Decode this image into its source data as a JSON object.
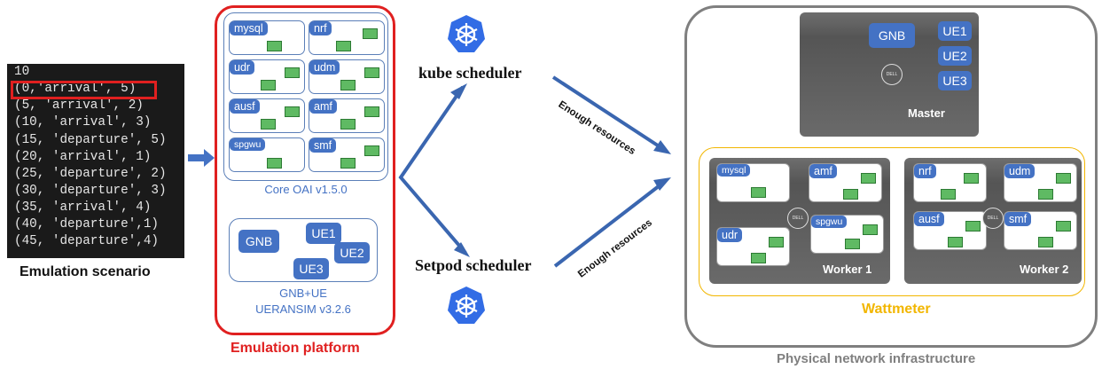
{
  "scenario": {
    "lines": [
      "10",
      "(0,'arrival', 5)",
      "(5, 'arrival', 2)",
      "(10, 'arrival', 3)",
      "(15, 'departure', 5)",
      "(20, 'arrival', 1)",
      "(25, 'departure', 2)",
      "(30, 'departure', 3)",
      "(35, 'arrival', 4)",
      "(40, 'departure',1)",
      "(45, 'departure',4)"
    ],
    "caption": "Emulation scenario"
  },
  "platform": {
    "core_nodes": [
      "mysql",
      "nrf",
      "udr",
      "udm",
      "ausf",
      "amf",
      "spgwu",
      "smf"
    ],
    "core_label": "Core OAI v1.5.0",
    "ran_nodes": [
      "GNB",
      "UE1",
      "UE2",
      "UE3"
    ],
    "ran_label_1": "GNB+UE",
    "ran_label_2": "UERANSIM v3.2.6",
    "caption": "Emulation platform"
  },
  "schedulers": {
    "kube": "kube scheduler",
    "setpod": "Setpod scheduler",
    "edge_label": "Enough resources"
  },
  "infrastructure": {
    "master": {
      "nodes": [
        "GNB",
        "UE1",
        "UE2",
        "UE3"
      ],
      "label": "Master"
    },
    "worker1": {
      "nodes": [
        "mysql",
        "amf",
        "udr",
        "spgwu"
      ],
      "label": "Worker 1"
    },
    "worker2": {
      "nodes": [
        "nrf",
        "udm",
        "ausf",
        "smf"
      ],
      "label": "Worker 2"
    },
    "wattmeter": "Wattmeter",
    "caption": "Physical network infrastructure",
    "logo_text": "DELL"
  },
  "colors": {
    "node_blue": "#4472c4",
    "highlight_red": "#e02020",
    "wattmeter_yellow": "#f2b600",
    "green_square": "#5fba63"
  }
}
